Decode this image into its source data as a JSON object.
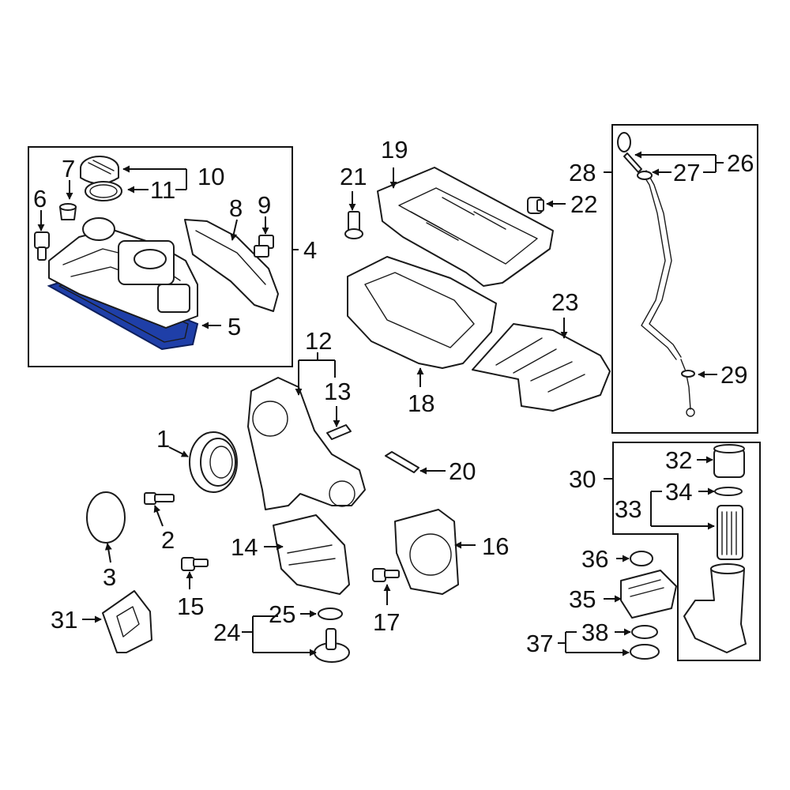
{
  "colors": {
    "line": "#111111",
    "highlight": "#1f3fa8",
    "background": "#ffffff"
  },
  "callouts": {
    "c1": "1",
    "c2": "2",
    "c3": "3",
    "c4": "4",
    "c5": "5",
    "c6": "6",
    "c7": "7",
    "c8": "8",
    "c9": "9",
    "c10": "10",
    "c11": "11",
    "c12": "12",
    "c13": "13",
    "c14": "14",
    "c15": "15",
    "c16": "16",
    "c17": "17",
    "c18": "18",
    "c19": "19",
    "c20": "20",
    "c21": "21",
    "c22": "22",
    "c23": "23",
    "c24": "24",
    "c25": "25",
    "c26": "26",
    "c27": "27",
    "c28": "28",
    "c29": "29",
    "c30": "30",
    "c31": "31",
    "c32": "32",
    "c33": "33",
    "c34": "34",
    "c35": "35",
    "c36": "36",
    "c37": "37",
    "c38": "38"
  },
  "highlighted_part": "5"
}
